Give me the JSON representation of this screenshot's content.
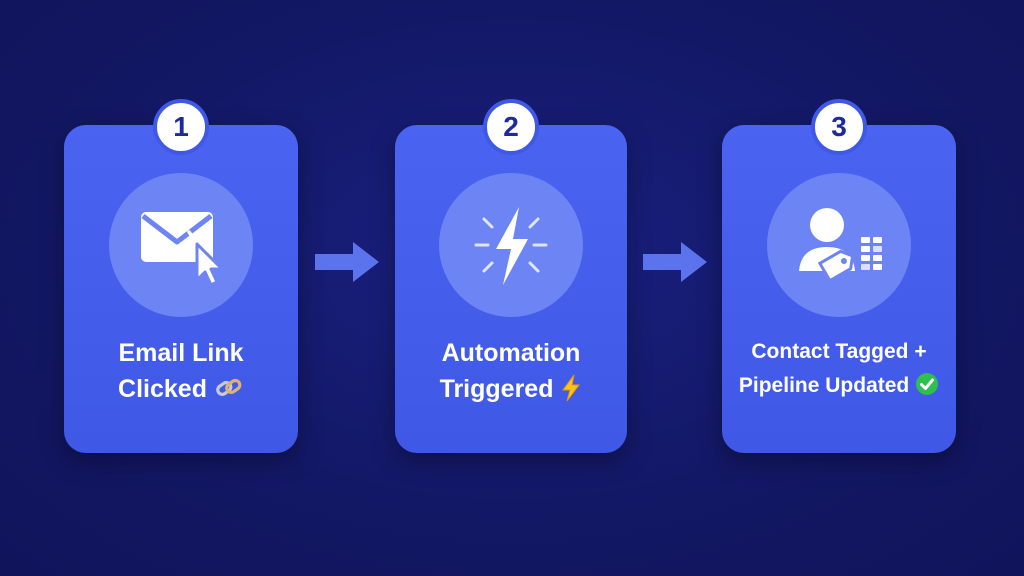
{
  "steps": [
    {
      "number": "1",
      "line1": "Email Link",
      "line2": "Clicked",
      "icon": "envelope-click-icon",
      "trailing_icon": "link-icon"
    },
    {
      "number": "2",
      "line1": "Automation",
      "line2": "Triggered",
      "icon": "lightning-bolt-icon",
      "trailing_icon": "lightning-icon"
    },
    {
      "number": "3",
      "line1": "Contact Tagged +",
      "line2": "Pipeline Updated",
      "icon": "contact-tag-pipeline-icon",
      "trailing_icon": "check-mark-icon"
    }
  ],
  "colors": {
    "background": "#14196b",
    "card": "#4a63f0",
    "icon_circle": "#6d84f5",
    "arrow": "#5b74ee",
    "badge_text": "#1c2a9e",
    "check": "#2fbf4f",
    "bolt_emoji": "#ffc21a"
  }
}
